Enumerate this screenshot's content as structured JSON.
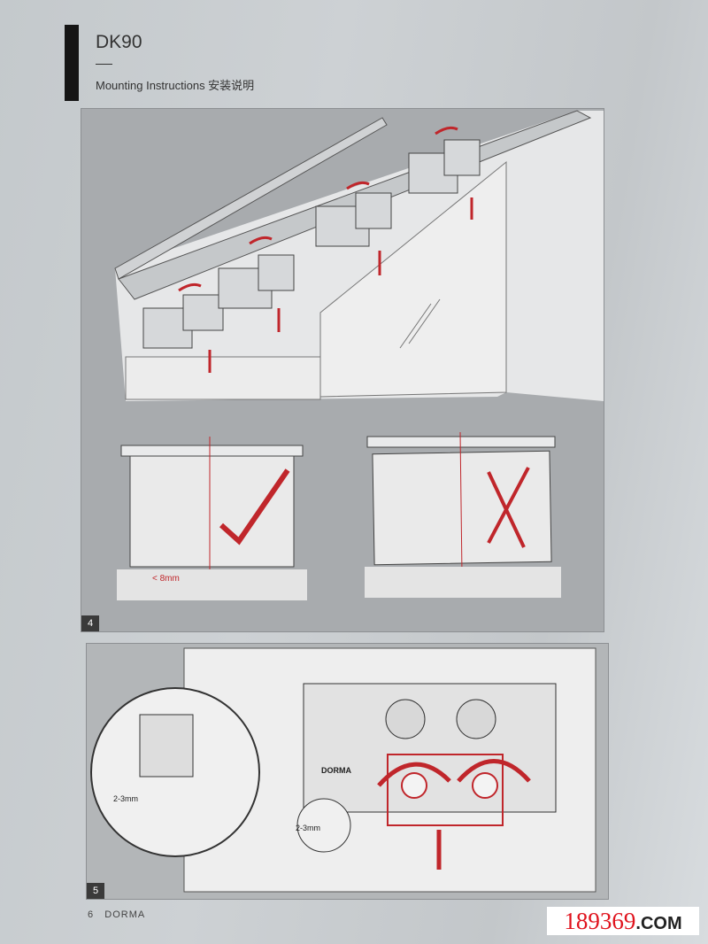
{
  "header": {
    "title": "DK90",
    "subtitle": "Mounting Instructions 安装说明"
  },
  "figure4": {
    "number": "4",
    "gap_label": "< 8mm"
  },
  "figure5": {
    "number": "5",
    "detail_gap_label": "2-3mm",
    "inset_gap_label": "2-3mm",
    "brand_logo": "DORMA"
  },
  "footer": {
    "page_number": "6",
    "brand": "DORMA"
  },
  "watermark": {
    "number": "189369",
    "suffix": ".COM"
  },
  "colors": {
    "accent": "#d22a2f",
    "panel": "#a8abae"
  }
}
